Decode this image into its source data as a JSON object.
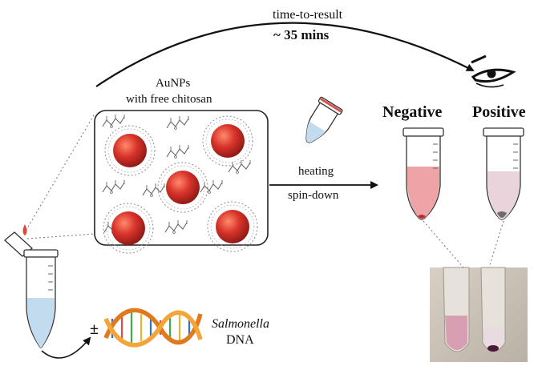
{
  "time_label": "time-to-result",
  "time_value": "~ 35 mins",
  "aunp_label_line1": "AuNPs",
  "aunp_label_line2": "with free chitosan",
  "step1": "heating",
  "step2": "spin-down",
  "result_negative": "Negative",
  "result_positive": "Positive",
  "plus_minus": "±",
  "organism": "Salmonella",
  "molecule": "DNA",
  "colors": {
    "aunp": "#d0342a",
    "negative_liquid": "#eea4a6",
    "positive_liquid": "#e9d4dc",
    "sample_liquid": "#c3dbee",
    "blood_drop": "#e3453a"
  },
  "icons": [
    "eye-icon",
    "dna-helix-icon",
    "microtube-icon",
    "gold-nanoparticle-icon",
    "blood-drop-icon"
  ]
}
